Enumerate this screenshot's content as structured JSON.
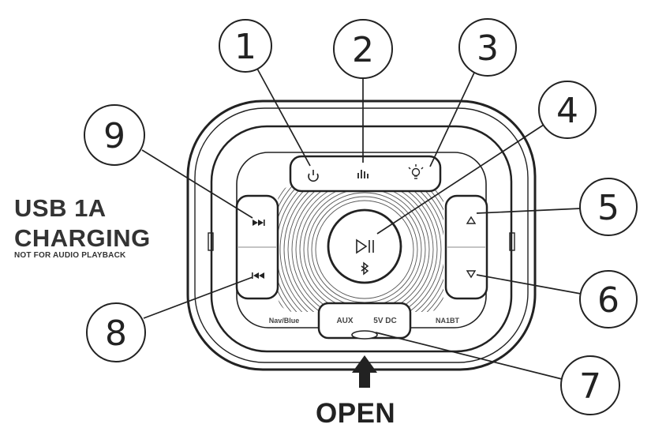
{
  "callouts": [
    "1",
    "2",
    "3",
    "4",
    "5",
    "6",
    "7",
    "8",
    "9"
  ],
  "usb": {
    "title": "USB 1A",
    "subtitle": "CHARGING",
    "note": "NOT FOR AUDIO PLAYBACK"
  },
  "device": {
    "model_left": "Nav/Blue",
    "model_right": "NA1BT",
    "port_aux": "AUX",
    "port_dc": "5V DC"
  },
  "open_label": "OPEN",
  "icons": {
    "power": "power-icon",
    "eq": "equalizer-icon",
    "light": "light-bulb-icon",
    "play_pause": "play-pause-icon",
    "bluetooth": "bluetooth-icon",
    "up": "volume-up-triangle-icon",
    "down": "volume-down-triangle-icon",
    "next": "next-track-icon",
    "prev": "previous-track-icon",
    "arrow": "up-arrow-icon"
  },
  "colors": {
    "line": "#222222",
    "fill": "#ffffff",
    "grille": "#444444"
  }
}
